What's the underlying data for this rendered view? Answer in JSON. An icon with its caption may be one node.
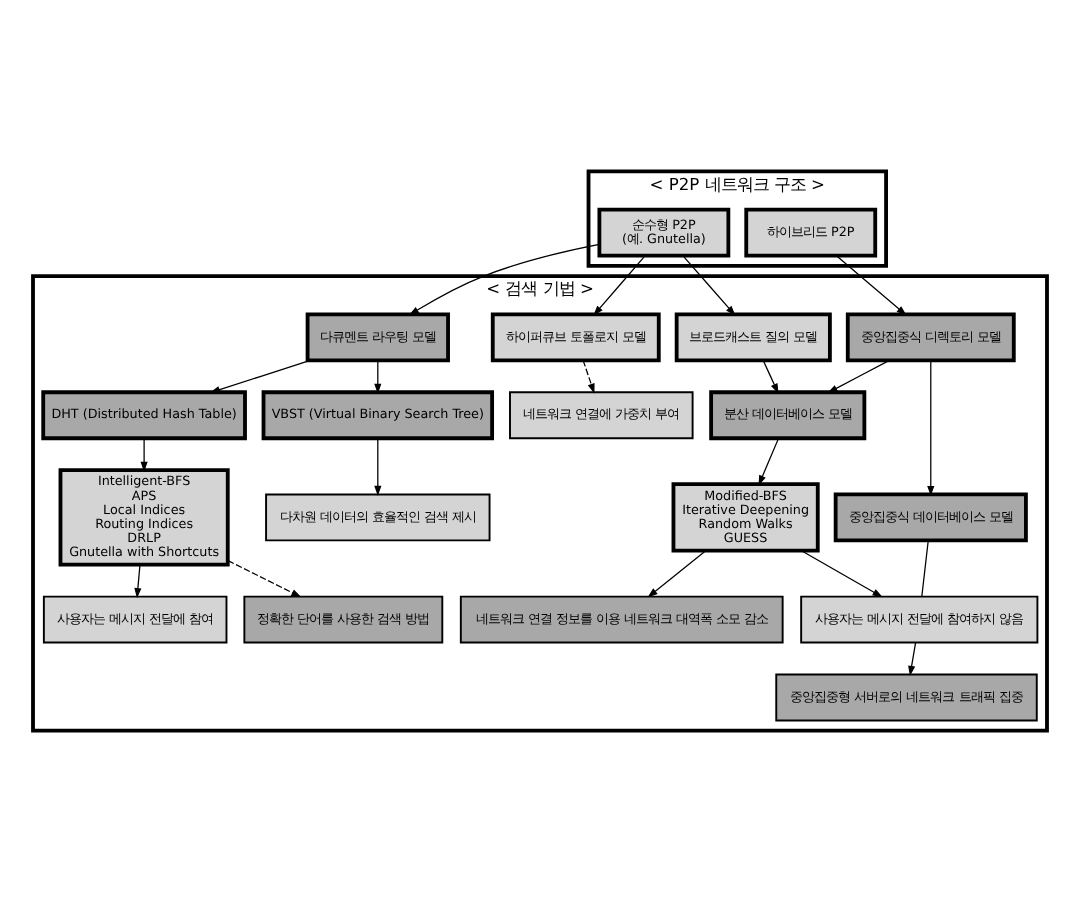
{
  "diagram": {
    "nodes": [
      {
        "text": [
          "< P2P 네트워크 구조 >"
        ]
      },
      {
        "text": [
          "하이브리드 P2P"
        ],
        "in": 0
      },
      {
        "text": [
          "순수형 P2P",
          "(예. Gnutella)"
        ],
        "in": 0
      },
      {
        "text": [
          "< 검색 기법 >"
        ]
      },
      {
        "text": [
          "중앙집중식 디렉토리 모델"
        ],
        "in": 3
      },
      {
        "text": [
          "브로드캐스트 질의 모델"
        ],
        "in": 3
      },
      {
        "text": [
          "다큐멘트 라우팅 모델"
        ],
        "in": 3
      },
      {
        "text": [
          "하이퍼큐브 토폴로지 모델"
        ],
        "in": 3
      },
      {
        "text": [
          "중앙집중식 데이터베이스 모델"
        ],
        "in": 3
      },
      {
        "text": [
          "분산 데이터베이스 모델"
        ],
        "in": 3
      },
      {
        "text": [
          "DHT (Distributed Hash Table)"
        ],
        "in": 3
      },
      {
        "text": [
          "VBST (Virtual Binary Search Tree)"
        ],
        "in": 3
      },
      {
        "text": [
          "Modified-BFS",
          "Iterative Deepening",
          "Random Walks",
          "GUESS"
        ],
        "in": 3
      },
      {
        "text": [
          "Intelligent-BFS",
          "APS",
          "Local Indices",
          "Routing Indices",
          "DRLP",
          "Gnutella with Shortcuts"
        ],
        "in": 3
      },
      {
        "text": [
          "다차원 데이터의 효율적인 검색 제시"
        ],
        "in": 3
      },
      {
        "text": [
          "사용자는 메시지 전달에 참여하지 않음"
        ],
        "in": 3
      },
      {
        "text": [
          "사용자는 메시지 전달에 참여"
        ],
        "in": 3
      },
      {
        "text": [
          "중앙집중형 서버로의 네트워크 트래픽 집중"
        ],
        "in": 3
      },
      {
        "text": [
          "네트워크 연결 정보를 이용 네트워크 대역폭 소모 감소"
        ],
        "in": 3
      },
      {
        "text": [
          "정확한 단어를 사용한 검색 방법"
        ],
        "in": 3
      },
      {
        "text": [
          "네트워크 연결에 가중치 부여"
        ],
        "in": 3
      }
    ],
    "edges": [
      {
        "from": 1,
        "to": 4,
        "arrow": "to"
      },
      {
        "from": 2,
        "to": 5,
        "arrow": "to"
      },
      {
        "from": 2,
        "to": 6,
        "arrow": "to"
      },
      {
        "from": 2,
        "to": 7,
        "arrow": "to"
      },
      {
        "from": 4,
        "to": 8,
        "arrow": "to"
      },
      {
        "from": 4,
        "to": 9,
        "arrow": "to"
      },
      {
        "from": 5,
        "to": 9,
        "arrow": "to"
      },
      {
        "from": 6,
        "to": 10,
        "arrow": "to"
      },
      {
        "from": 6,
        "to": 11,
        "arrow": "to"
      },
      {
        "from": 9,
        "to": 12,
        "arrow": "to"
      },
      {
        "from": 10,
        "to": 13,
        "arrow": "to"
      },
      {
        "from": 11,
        "to": 14,
        "arrow": "to"
      },
      {
        "from": 8,
        "to": 15,
        "arrow": "none"
      },
      {
        "from": 15,
        "to": 17,
        "arrow": "to"
      },
      {
        "from": 12,
        "to": 15,
        "arrow": "to"
      },
      {
        "from": 12,
        "to": 18,
        "arrow": "to"
      },
      {
        "from": 13,
        "to": 16,
        "arrow": "to"
      },
      {
        "from": 13,
        "to": 19,
        "arrow": "to",
        "style": "dashed"
      },
      {
        "from": 7,
        "to": 20,
        "arrow": "to",
        "style": "dashed"
      }
    ]
  }
}
